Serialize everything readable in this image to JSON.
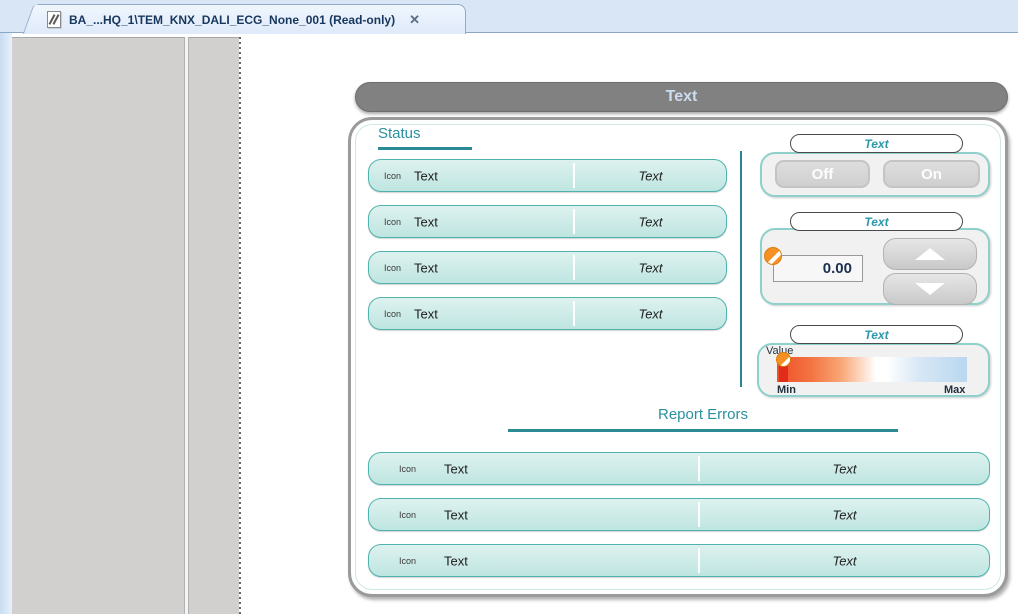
{
  "tab": {
    "title": "BA_...HQ_1\\TEM_KNX_DALI_ECG_None_001 (Read-only)"
  },
  "icons": {
    "close": "✕"
  },
  "header": {
    "title": "Text"
  },
  "status": {
    "heading": "Status",
    "rows": [
      {
        "icon": "Icon",
        "label": "Text",
        "value": "Text"
      },
      {
        "icon": "Icon",
        "label": "Text",
        "value": "Text"
      },
      {
        "icon": "Icon",
        "label": "Text",
        "value": "Text"
      },
      {
        "icon": "Icon",
        "label": "Text",
        "value": "Text"
      }
    ]
  },
  "controls": {
    "switch_group": {
      "label": "Text",
      "off": "Off",
      "on": "On"
    },
    "spinner_group": {
      "label": "Text",
      "value": "0.00"
    },
    "gradient_group": {
      "label": "Text",
      "value_label": "Value",
      "min": "Min",
      "max": "Max"
    }
  },
  "errors": {
    "heading": "Report Errors",
    "rows": [
      {
        "icon": "Icon",
        "label": "Text",
        "value": "Text"
      },
      {
        "icon": "Icon",
        "label": "Text",
        "value": "Text"
      },
      {
        "icon": "Icon",
        "label": "Text",
        "value": "Text"
      }
    ]
  },
  "colors": {
    "teal_accent": "#2b90a0",
    "row_border": "#4fb3ad",
    "row_fill": "#cdebe7",
    "pill_gray": "#818181",
    "tabstrip_blue": "#d8e6f6",
    "warning_orange": "#f59123",
    "marker_red": "#e12c19",
    "gradient_left": "#ee4f28",
    "gradient_right": "#b9d7ef"
  }
}
